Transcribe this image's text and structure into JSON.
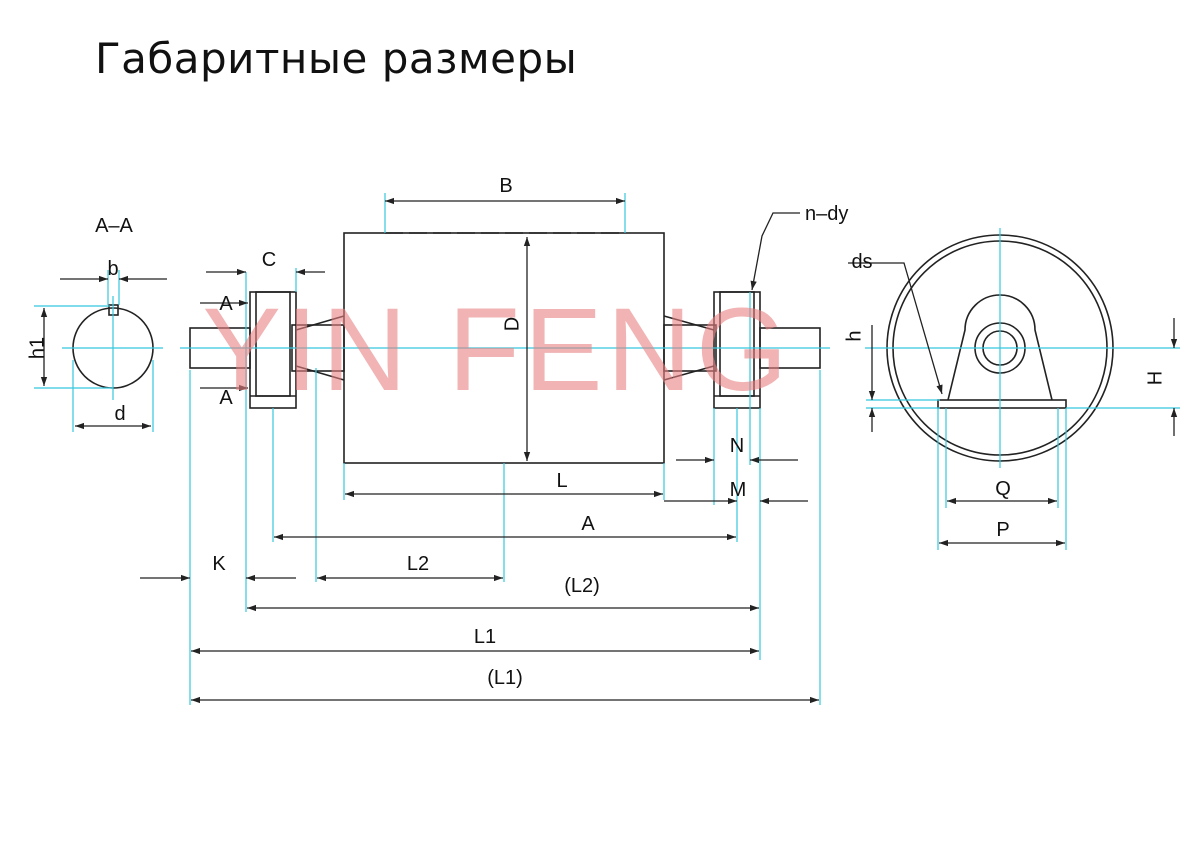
{
  "page": {
    "title": "Габаритные размеры"
  },
  "watermark": "YIN FENG",
  "colors": {
    "line": "#222222",
    "aux": "#35c8dd",
    "watermark": "#e88080"
  },
  "labels": {
    "section": "A–A",
    "b": "b",
    "h1": "h1",
    "d": "d",
    "C": "C",
    "arrow_a_top": "A",
    "arrow_a_bottom": "A",
    "B": "B",
    "D": "D",
    "n_dy": "n–dy",
    "N": "N",
    "L": "L",
    "M": "M",
    "A": "A",
    "K": "K",
    "L2": "L2",
    "L2_ref": "(L2)",
    "L1": "L1",
    "L1_ref": "(L1)",
    "ds": "ds",
    "h": "h",
    "H": "H",
    "Q": "Q",
    "P": "P"
  }
}
